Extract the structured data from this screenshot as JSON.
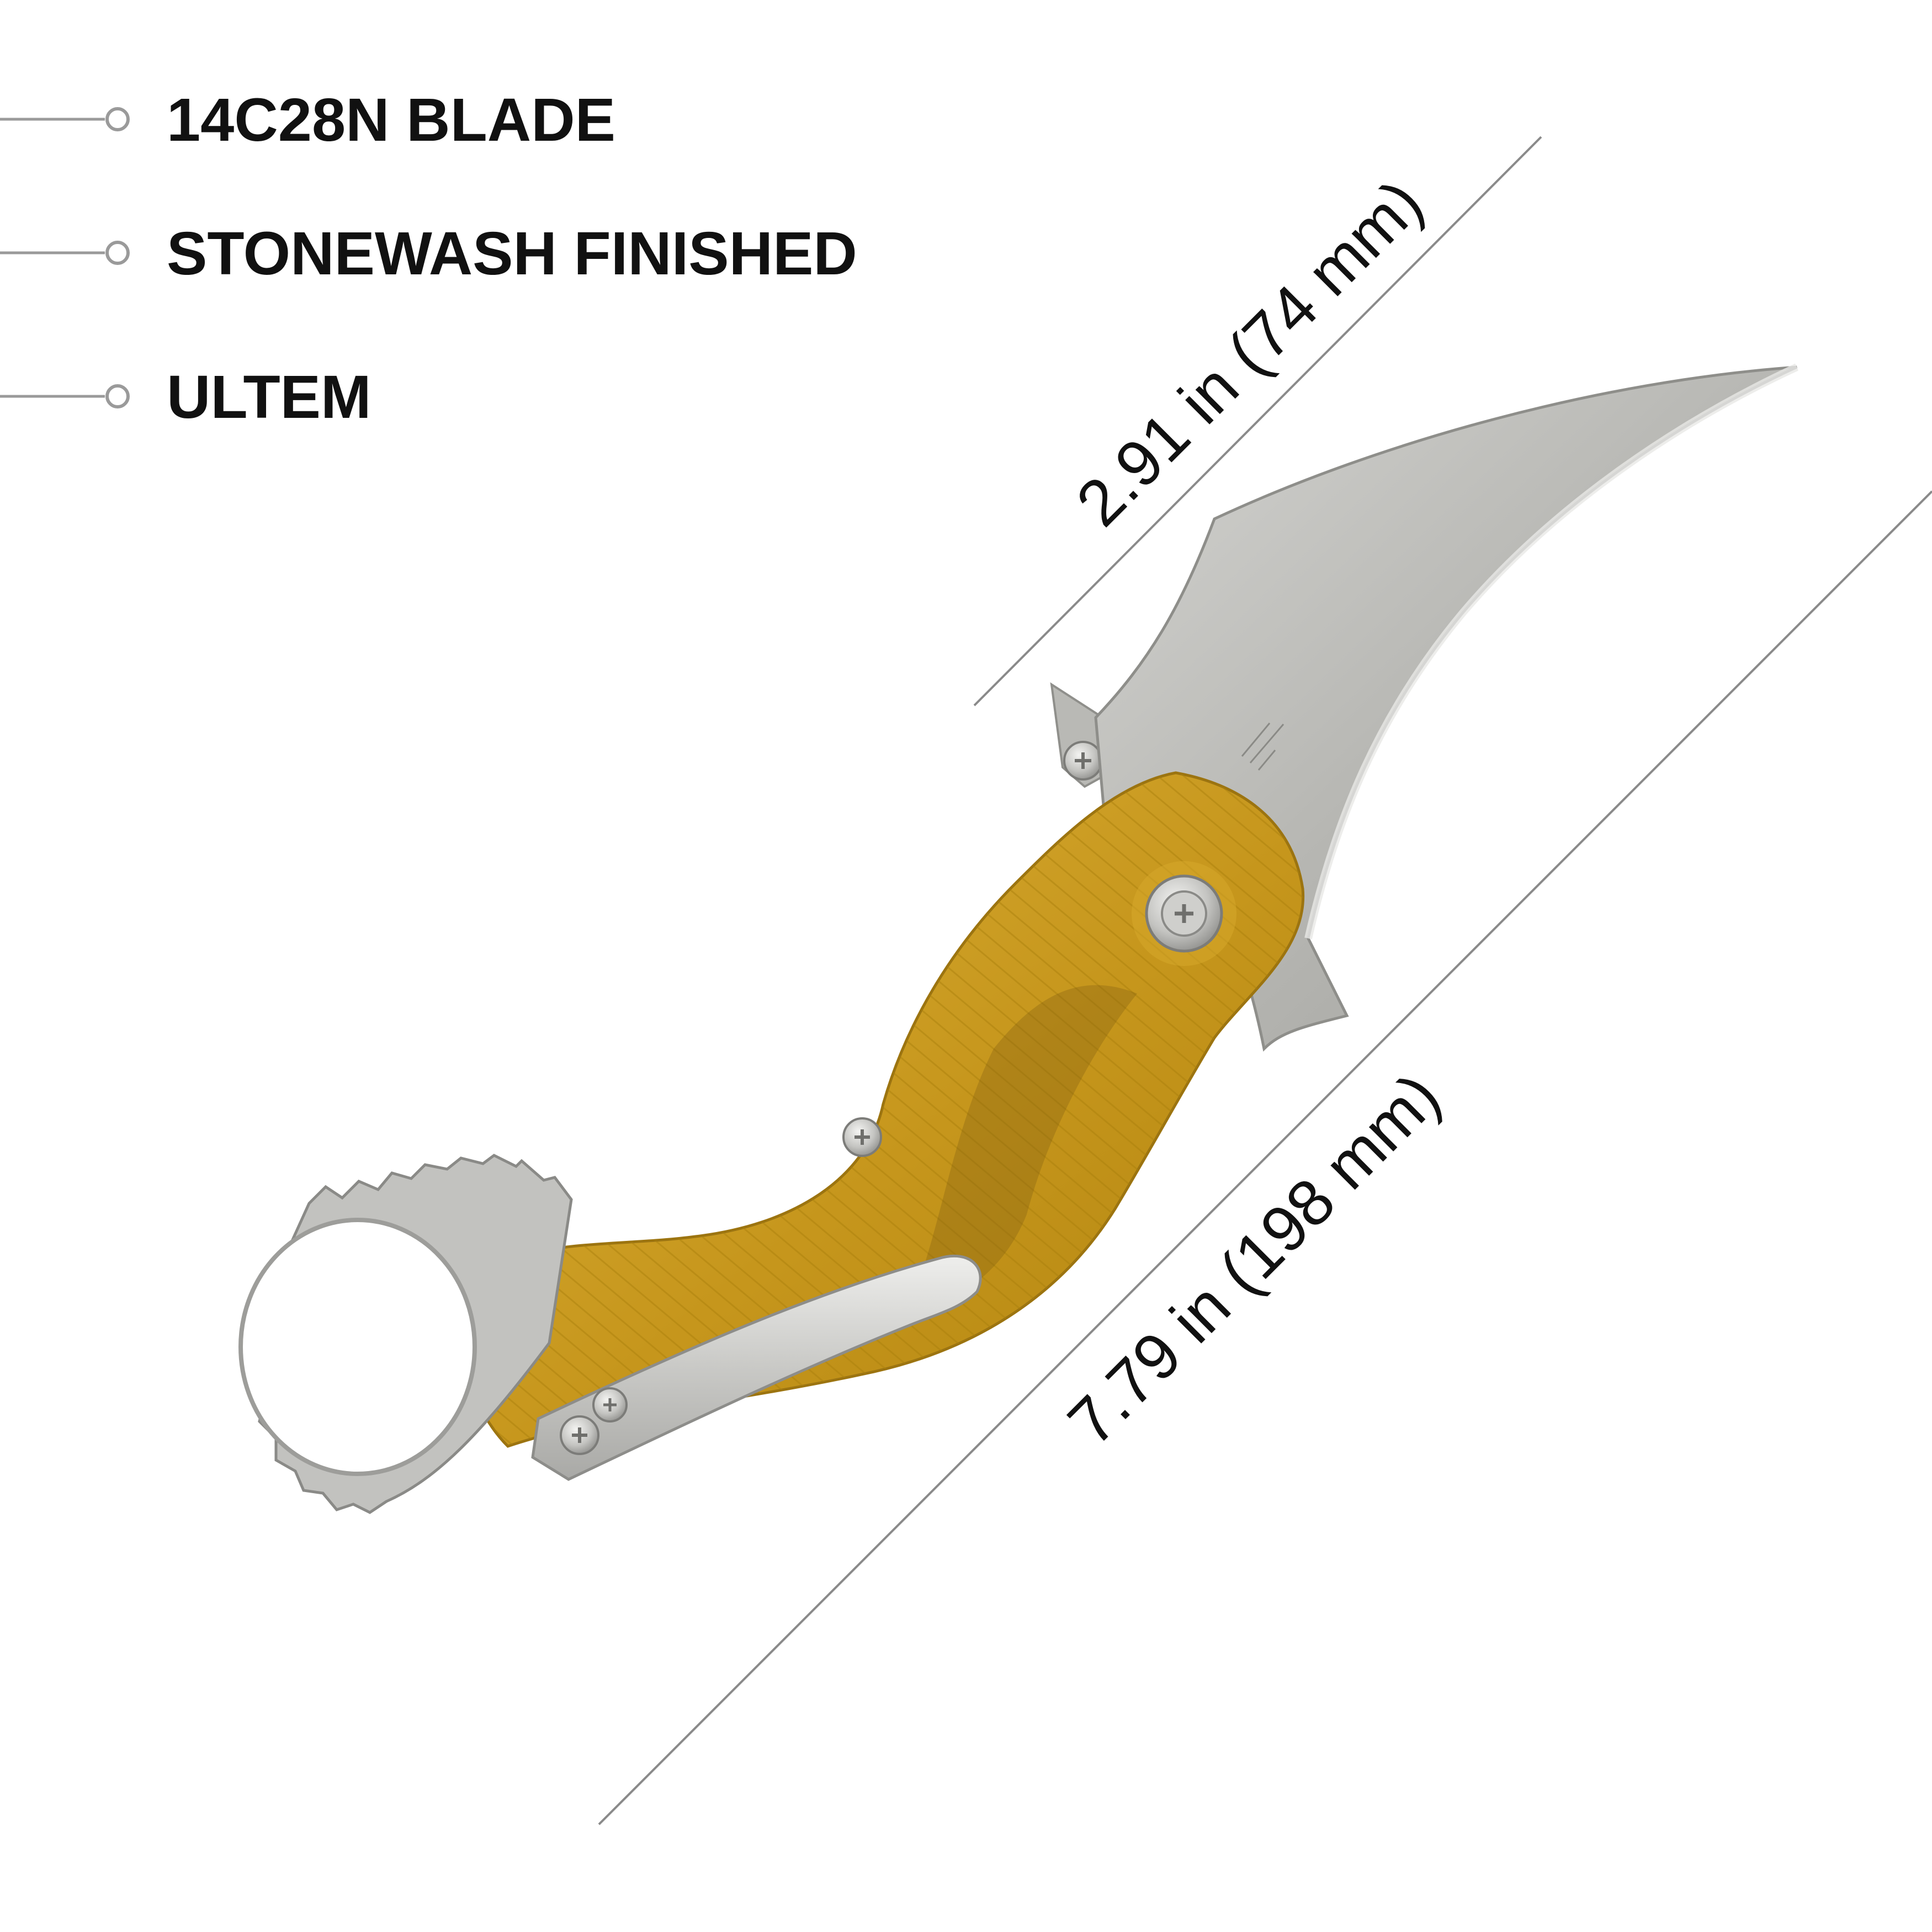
{
  "specs": [
    {
      "label": "14C28N BLADE"
    },
    {
      "label": "STONEWASH FINISHED"
    },
    {
      "label": "ULTEM"
    }
  ],
  "dimensions": {
    "blade_length": "2.91 in (74 mm)",
    "overall_length": "7.79 in (198 mm)"
  },
  "product": {
    "blade_color": "#b9b9b6",
    "handle_color": "#c99a1e",
    "ring_color": "#c8c8c6",
    "clip_color": "#d2d2d0",
    "icons": [
      "blade-image",
      "handle-image",
      "finger-ring-image",
      "pocket-clip-image",
      "pivot-screw-icon"
    ]
  }
}
